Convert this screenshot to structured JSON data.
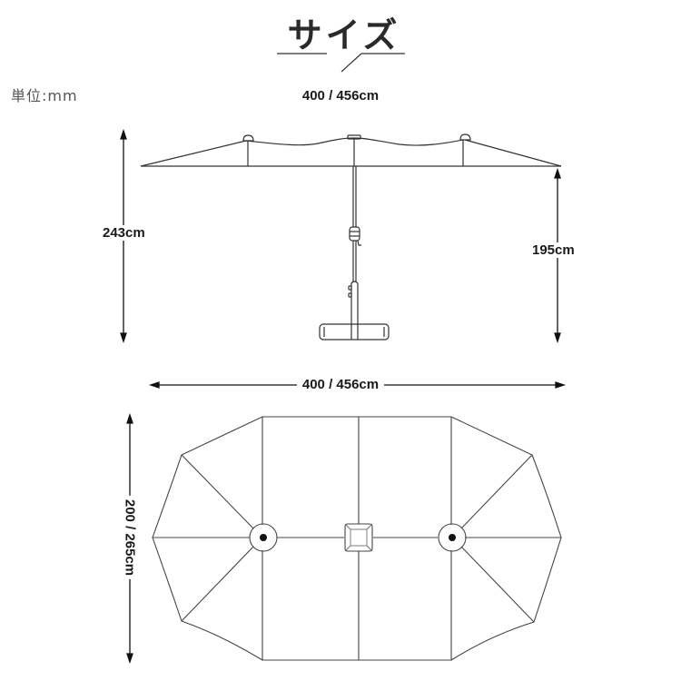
{
  "title": "サイズ",
  "unit_label": "単位:mm",
  "side_view": {
    "width_label": "400 / 456cm",
    "total_height_label": "243cm",
    "clearance_height_label": "195cm"
  },
  "top_view": {
    "width_label": "400 / 456cm",
    "depth_label": "200 / 265cm"
  },
  "colors": {
    "line": "#333333",
    "text": "#1a1a1a",
    "background": "#ffffff"
  }
}
